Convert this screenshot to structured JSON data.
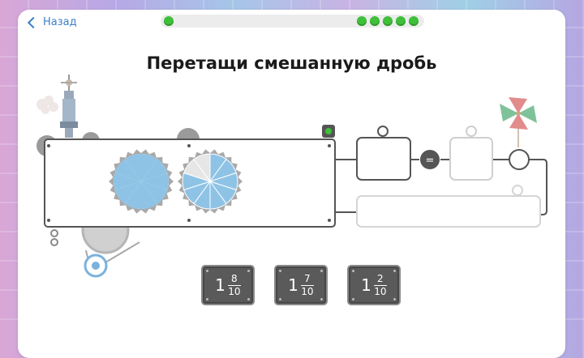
{
  "header": {
    "back_label": "Назад",
    "progress": {
      "total_steps": 6,
      "completed_steps": 6
    }
  },
  "task": {
    "title": "Перетащи смешанную дробь"
  },
  "gears": {
    "left_fill_fraction": 1.0,
    "right_fill_fraction": 0.8,
    "segments": 10
  },
  "equation": {
    "equals_sign": "="
  },
  "options": [
    {
      "whole": "1",
      "numerator": "8",
      "denominator": "10"
    },
    {
      "whole": "1",
      "numerator": "7",
      "denominator": "10"
    },
    {
      "whole": "1",
      "numerator": "2",
      "denominator": "10"
    }
  ],
  "colors": {
    "accent": "#3fbf3a",
    "fraction_fill": "#8ec3e6",
    "tile_bg": "#5a5a5a",
    "link": "#3b7fc6"
  }
}
